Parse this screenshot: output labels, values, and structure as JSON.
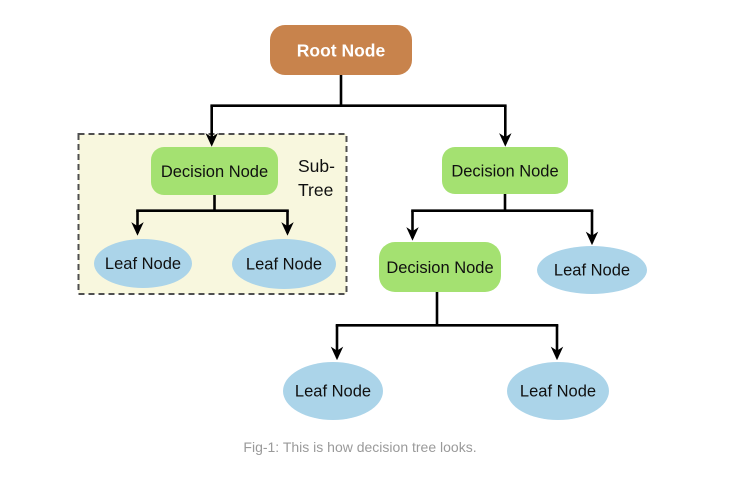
{
  "diagram": {
    "caption": "Fig-1: This is how decision tree looks.",
    "subtree": {
      "label_line1": "Sub-",
      "label_line2": "Tree"
    },
    "colors": {
      "root_fill": "#C8834C",
      "root_text": "#FFFFFF",
      "decision_fill": "#A4E171",
      "leaf_fill": "#ABD4E9",
      "node_text": "#101010",
      "subtree_fill": "#F8F7DE",
      "subtree_border": "#4F4F4F",
      "connector": "#000000",
      "caption_text": "#9A9A9A"
    },
    "nodes": {
      "root": {
        "label": "Root Node"
      },
      "decision_subtree": {
        "label": "Decision Node"
      },
      "decision_right": {
        "label": "Decision Node"
      },
      "decision_mid": {
        "label": "Decision Node"
      },
      "leaf_subtree_left": {
        "label": "Leaf Node"
      },
      "leaf_subtree_right": {
        "label": "Leaf Node"
      },
      "leaf_right": {
        "label": "Leaf Node"
      },
      "leaf_bottom_left": {
        "label": "Leaf Node"
      },
      "leaf_bottom_right": {
        "label": "Leaf Node"
      }
    }
  }
}
